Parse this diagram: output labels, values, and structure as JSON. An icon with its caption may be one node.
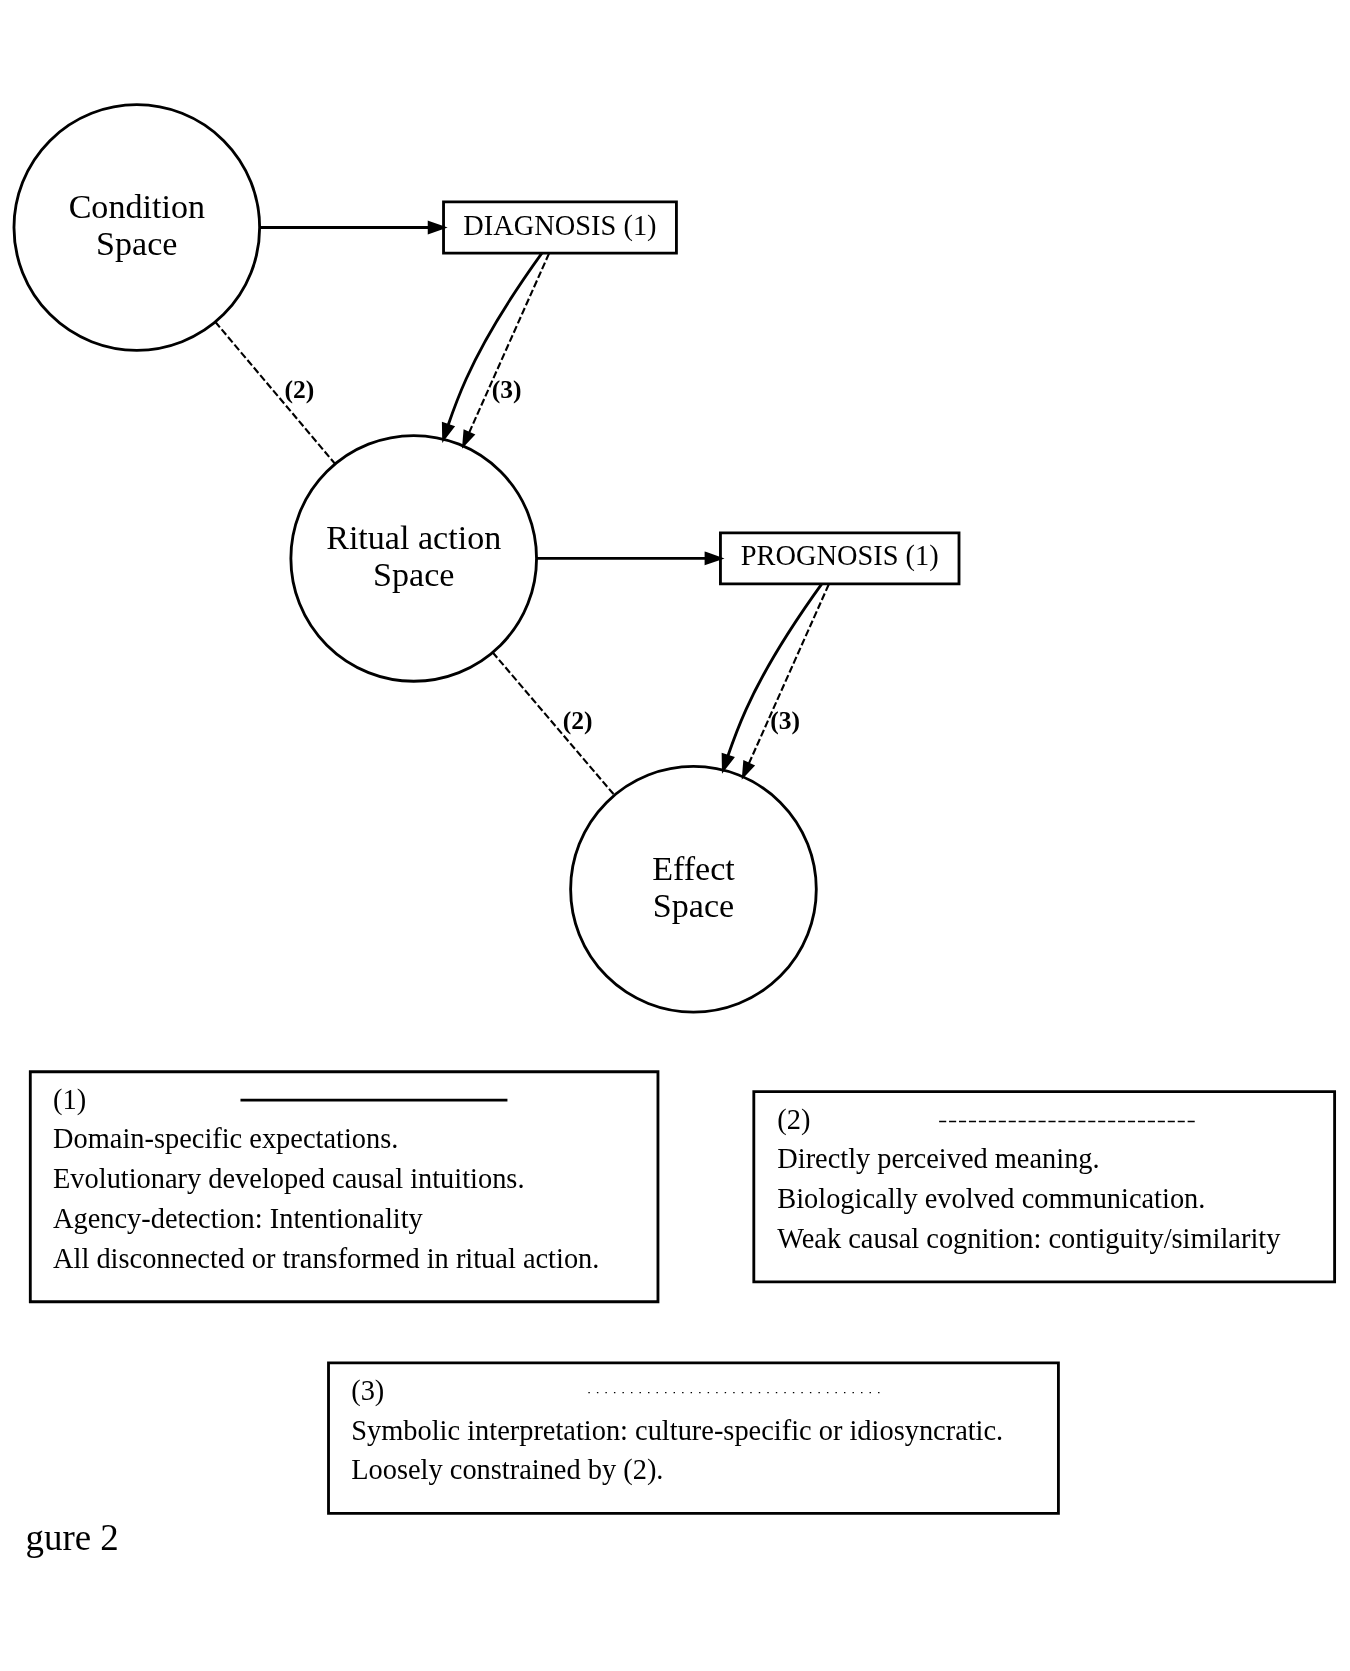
{
  "diagram": {
    "caption": "gure 2",
    "nodes": [
      {
        "text": [
          "Condition Space"
        ]
      },
      {
        "text": [
          "DIAGNOSIS (1)"
        ]
      },
      {
        "text": [
          "Ritual action Space"
        ]
      },
      {
        "text": [
          "PROGNOSIS (1)"
        ]
      },
      {
        "text": [
          "Effect Space"
        ]
      },
      {
        "text": [
          "(1)",
          "Domain-specific expectations.",
          "Evolutionary developed causal intuitions.",
          "Agency-detection: Intentionality",
          "All disconnected or transformed in ritual action."
        ]
      },
      {
        "text": [
          "(2)",
          "Directly perceived meaning.",
          "Biologically evolved communication.",
          "Weak causal cognition: contiguity/similarity"
        ]
      },
      {
        "text": [
          "(3)",
          "Symbolic interpretation: culture-specific or idiosyncratic.",
          "Loosely constrained by (2)."
        ]
      }
    ],
    "edges": [
      {
        "from": 0,
        "to": 1,
        "arrow": "to"
      },
      {
        "from": 1,
        "to": 2,
        "arrow": "to"
      },
      {
        "from": 1,
        "to": 2,
        "arrow": "to",
        "label": "(3)",
        "style": "dashed"
      },
      {
        "from": 0,
        "to": 2,
        "arrow": "none",
        "label": "(2)",
        "style": "dashed"
      },
      {
        "from": 2,
        "to": 3,
        "arrow": "to"
      },
      {
        "from": 3,
        "to": 4,
        "arrow": "to"
      },
      {
        "from": 3,
        "to": 4,
        "arrow": "to",
        "label": "(3)",
        "style": "dashed"
      },
      {
        "from": 2,
        "to": 4,
        "arrow": "none",
        "label": "(2)",
        "style": "dashed"
      }
    ]
  }
}
